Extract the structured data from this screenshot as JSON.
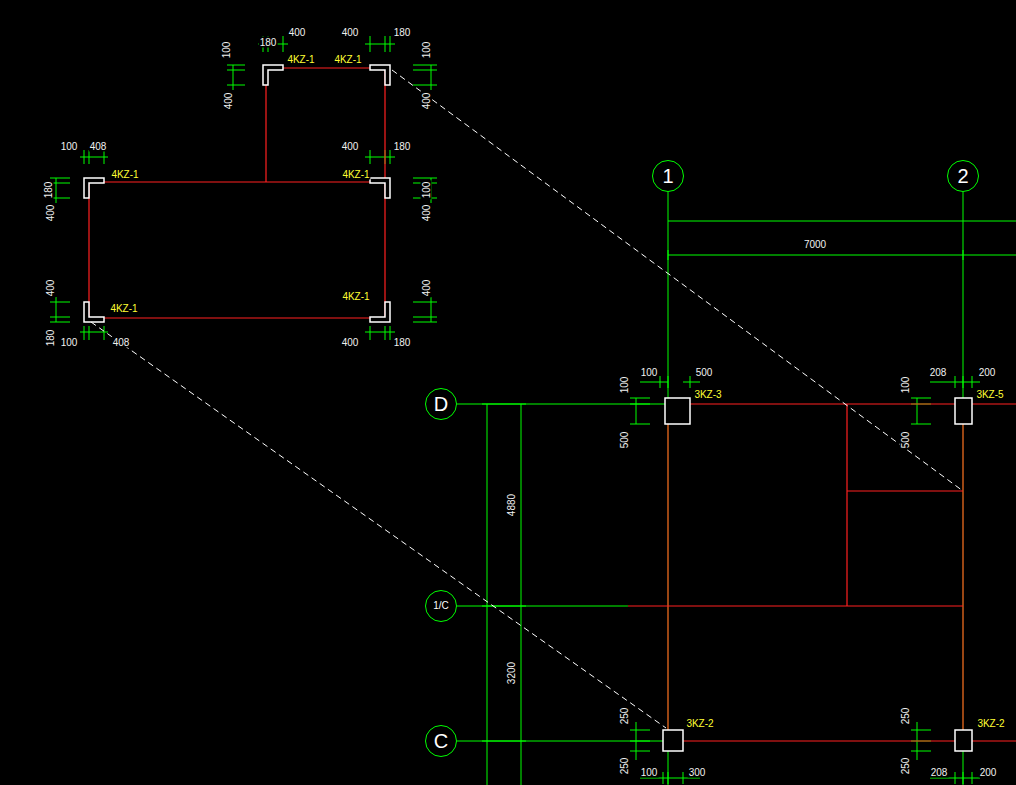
{
  "diagram": {
    "nodes": [
      {
        "text": [
          "1"
        ]
      },
      {
        "text": [
          "2"
        ]
      },
      {
        "text": [
          "D"
        ]
      },
      {
        "text": [
          "1/C"
        ]
      },
      {
        "text": [
          "C"
        ]
      }
    ],
    "labels": [
      "180",
      "400",
      "400",
      "180",
      "100",
      "100",
      "4KZ-1",
      "4KZ-1",
      "400",
      "400",
      "100",
      "408",
      "400",
      "180",
      "180",
      "100",
      "4KZ-1",
      "4KZ-1",
      "400",
      "400",
      "400",
      "4KZ-1",
      "4KZ-1",
      "400",
      "180",
      "100",
      "408",
      "400",
      "180",
      "7000",
      "100",
      "500",
      "3KZ-3",
      "208",
      "200",
      "3KZ-5",
      "100",
      "500",
      "100",
      "500",
      "4880",
      "3200",
      "250",
      "3KZ-2",
      "250",
      "3KZ-2",
      "250",
      "100",
      "300",
      "250",
      "208",
      "200"
    ]
  }
}
